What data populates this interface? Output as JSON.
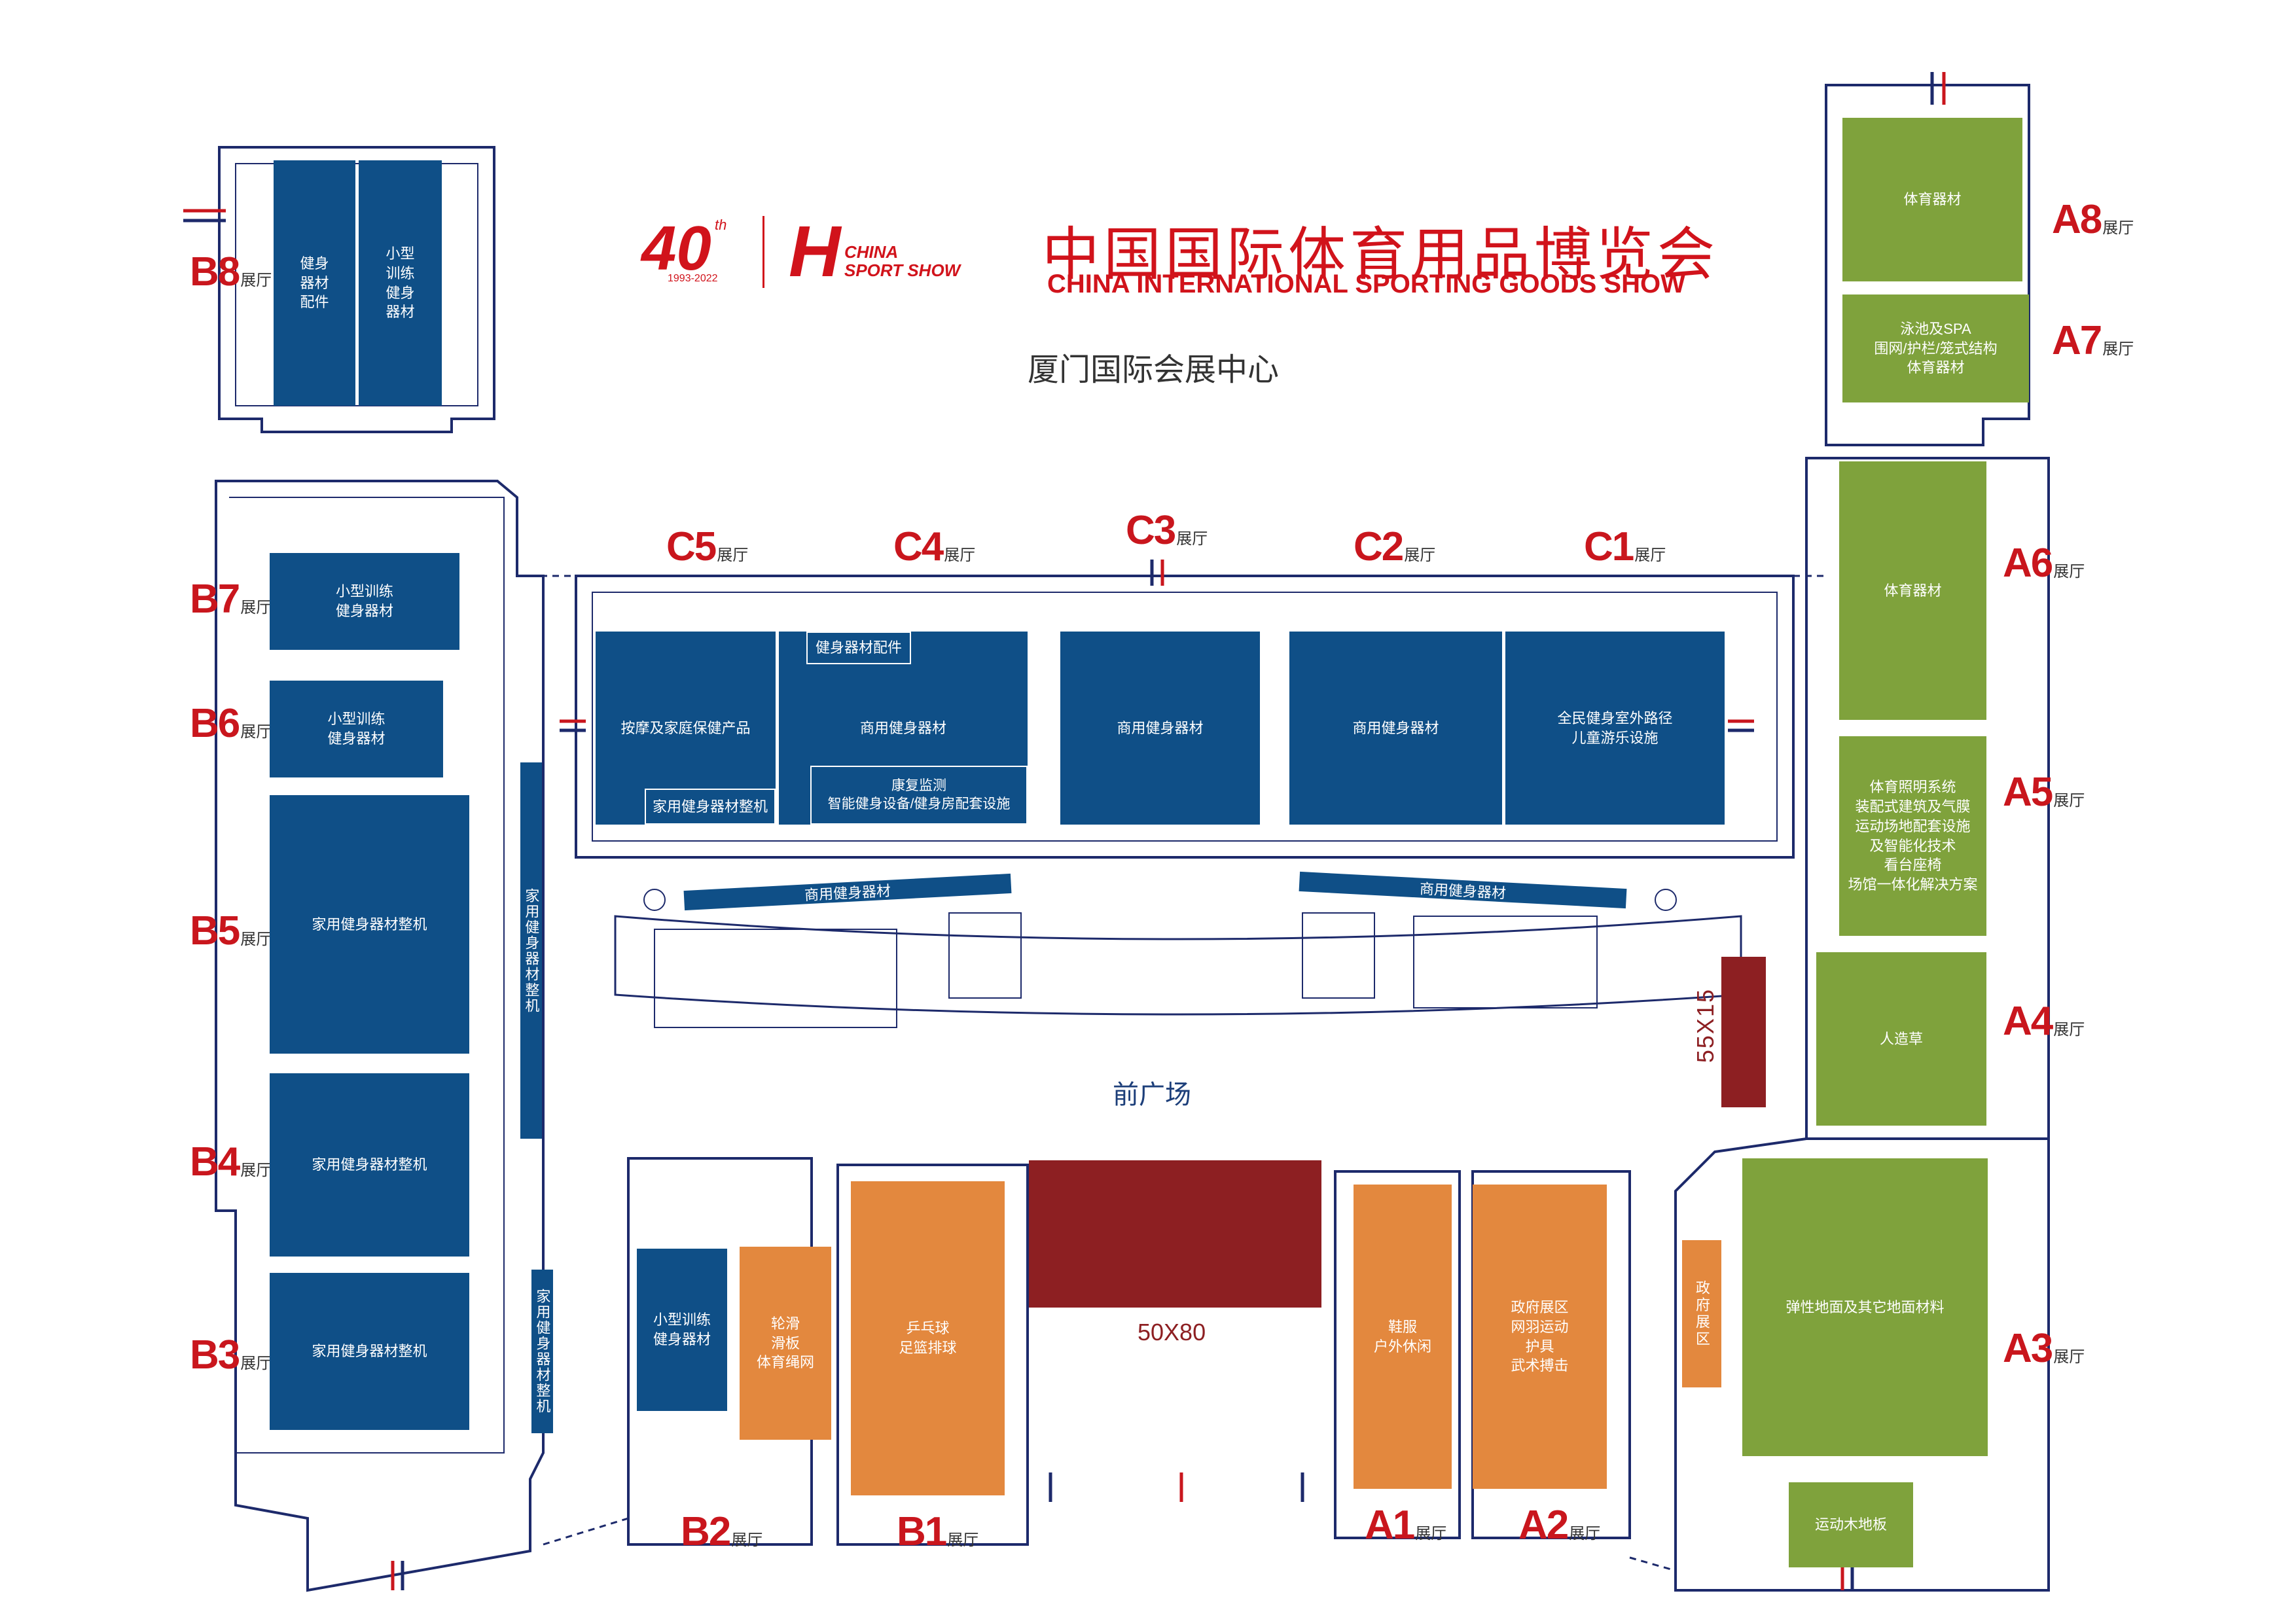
{
  "header": {
    "logo_40": "40",
    "logo_th": "th",
    "logo_years": "1993-2022",
    "logo_brand_line1": "CHINA",
    "logo_brand_line2": "SPORT SHOW",
    "title_cn": "中国国际体育用品博览会",
    "title_en": "CHINA INTERNATIONAL SPORTING GOODS SHOW",
    "venue": "厦门国际会展中心"
  },
  "hall_suffix": "展厅",
  "halls": {
    "B8": "B8",
    "B7": "B7",
    "B6": "B6",
    "B5": "B5",
    "B4": "B4",
    "B3": "B3",
    "B2": "B2",
    "B1": "B1",
    "C1": "C1",
    "C2": "C2",
    "C3": "C3",
    "C4": "C4",
    "C5": "C5",
    "A1": "A1",
    "A2": "A2",
    "A3": "A3",
    "A4": "A4",
    "A5": "A5",
    "A6": "A6",
    "A7": "A7",
    "A8": "A8"
  },
  "booths": {
    "b8_left": "健身\n器材\n配件",
    "b8_right": "小型\n训练\n健身\n器材",
    "b7": "小型训练\n健身器材",
    "b6": "小型训练\n健身器材",
    "b5": "家用健身器材整机",
    "b4": "家用健身器材整机",
    "b3": "家用健身器材整机",
    "b_corridor_1": "家用健身器材整机",
    "b_corridor_2": "家用健身器材整机",
    "c5": "按摩及家庭保健产品",
    "c5_sub": "家用健身器材整机",
    "c4_top": "健身器材配件",
    "c4": "商用健身器材",
    "c4_sub": "康复监测\n智能健身设备/健身房配套设施",
    "c3": "商用健身器材",
    "c2": "商用健身器材",
    "c1": "全民健身室外路径\n儿童游乐设施",
    "strip_left": "商用健身器材",
    "strip_right": "商用健身器材",
    "b2_left": "小型训练\n健身器材",
    "b2_right": "轮滑\n滑板\n体育绳网",
    "b1": "乒乓球\n足篮排球",
    "a1": "鞋服\n户外休闲",
    "a2": "政府展区\n网羽运动\n护具\n武术搏击",
    "gov": "政府展区",
    "a8": "体育器材",
    "a7": "泳池及SPA\n围网/护栏/笼式结构\n体育器材",
    "a6": "体育器材",
    "a5": "体育照明系统\n装配式建筑及气膜\n运动场地配套设施\n及智能化技术\n看台座椅\n场馆一体化解决方案",
    "a4": "人造草",
    "a3": "弹性地面及其它地面材料",
    "a_floor": "运动木地板"
  },
  "dimensions": {
    "central": "50X80",
    "side": "55X15"
  },
  "plaza": "前广场",
  "colors": {
    "brand_red": "#d1131b",
    "hall_label_red": "#c9161d",
    "navy": "#0f4f87",
    "green": "#7fa23c",
    "orange": "#e3883e",
    "maroon": "#8d1f22",
    "outline": "#1d2a6b"
  }
}
